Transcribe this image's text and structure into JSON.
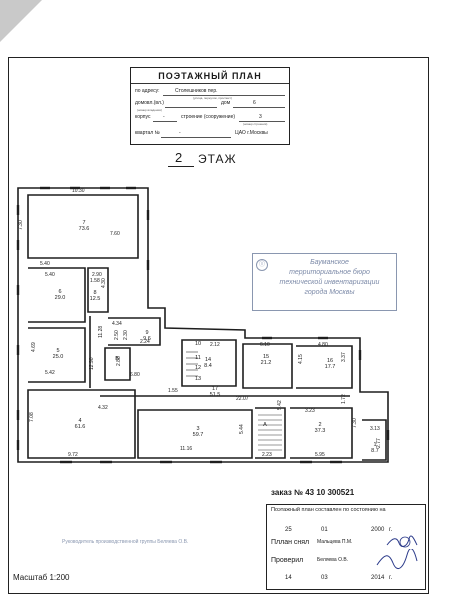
{
  "title_block": {
    "title": "ПОЭТАЖНЫЙ ПЛАН",
    "address_label": "по адресу:",
    "address_value": "Столешников пер.",
    "address_hint": "(улица, переулок, проспект)",
    "house_label": "домовл.(вл.)",
    "house_hint": "(номер владения)",
    "dom_label": "дом",
    "dom_value": "6",
    "korpus_label": "корпус",
    "korpus_value": "-",
    "stroenie_label": "строение (сооружение)",
    "stroenie_value": "3",
    "stroenie_hint": "(номер строения)",
    "kvartal_label": "квартал №",
    "kvartal_value": "-",
    "district_value": "ЦАО г.Москвы"
  },
  "floor": {
    "number": "2",
    "label": "ЭТАЖ"
  },
  "plan": {
    "dimensions": [
      {
        "text": "10.30"
      },
      {
        "text": "7.30"
      },
      {
        "text": "7.60"
      },
      {
        "text": "5.40"
      },
      {
        "text": "2.90"
      },
      {
        "text": "1.58"
      },
      {
        "text": "4.30"
      },
      {
        "text": "4.34"
      },
      {
        "text": "2.50"
      },
      {
        "text": "2.30"
      },
      {
        "text": "11.28"
      },
      {
        "text": "4.69"
      },
      {
        "text": "5.42"
      },
      {
        "text": "12.90"
      },
      {
        "text": "2.88"
      },
      {
        "text": "2.12"
      },
      {
        "text": "6.10"
      },
      {
        "text": "4.80"
      },
      {
        "text": "4.15"
      },
      {
        "text": "3.37"
      },
      {
        "text": "1.55"
      },
      {
        "text": "22.07"
      },
      {
        "text": "5.42"
      },
      {
        "text": "3.23"
      },
      {
        "text": "1.72"
      },
      {
        "text": "7.08"
      },
      {
        "text": "4.32"
      },
      {
        "text": "9.72"
      },
      {
        "text": "11.16"
      },
      {
        "text": "5.44"
      },
      {
        "text": "2.23"
      },
      {
        "text": "5.95"
      },
      {
        "text": "7.30"
      },
      {
        "text": "3.13"
      },
      {
        "text": "2.77"
      },
      {
        "text": "6.80"
      },
      {
        "text": "5.40"
      }
    ],
    "rooms": [
      {
        "num": "7",
        "area": "73.6"
      },
      {
        "num": "6",
        "area": "29.0"
      },
      {
        "num": "8",
        "area": "12.5"
      },
      {
        "num": "9",
        "area": "9.6"
      },
      {
        "num": "Б",
        "area": ""
      },
      {
        "num": "5",
        "area": "25.0"
      },
      {
        "num": "10",
        "area": ""
      },
      {
        "num": "14",
        "area": "8.4"
      },
      {
        "num": "11",
        "area": ""
      },
      {
        "num": "12",
        "area": ""
      },
      {
        "num": "13",
        "area": ""
      },
      {
        "num": "15",
        "area": "21.2"
      },
      {
        "num": "16",
        "area": "17.7"
      },
      {
        "num": "17",
        "area": "51.5"
      },
      {
        "num": "4",
        "area": "61.6"
      },
      {
        "num": "3",
        "area": "59.7"
      },
      {
        "num": "А",
        "area": ""
      },
      {
        "num": "2",
        "area": "37.3"
      },
      {
        "num": "1",
        "area": "8.7"
      }
    ],
    "extra_labels": [
      {
        "text": "2.24"
      }
    ]
  },
  "stamp": {
    "line1": "Бауманское",
    "line2": "территориальное бюро",
    "line3": "технической инвентаризации",
    "line4": "города Москвы",
    "icon": "globe-icon"
  },
  "order": "заказ № 43 10 300521",
  "certificate": {
    "heading": "Поэтажный план составлен по состоянию на",
    "date1_day": "25",
    "date1_month": "01",
    "date1_year": "2000",
    "date1_suffix": "г.",
    "plan_label": "Пллан снял",
    "plan_person": "Мальцева П.М.",
    "check_label": "Проверил",
    "check_person": "Беляева О.В.",
    "date2_day": "14",
    "date2_month": "03",
    "date2_year": "2014",
    "date2_suffix": "г."
  },
  "footer": {
    "responsible": "Руководитель производственной группы Беляева О.В.",
    "scale": "Масштаб 1:200"
  },
  "colors": {
    "line": "#222222",
    "stamp": "#7c8aa8",
    "signature": "#2b3a8a"
  }
}
